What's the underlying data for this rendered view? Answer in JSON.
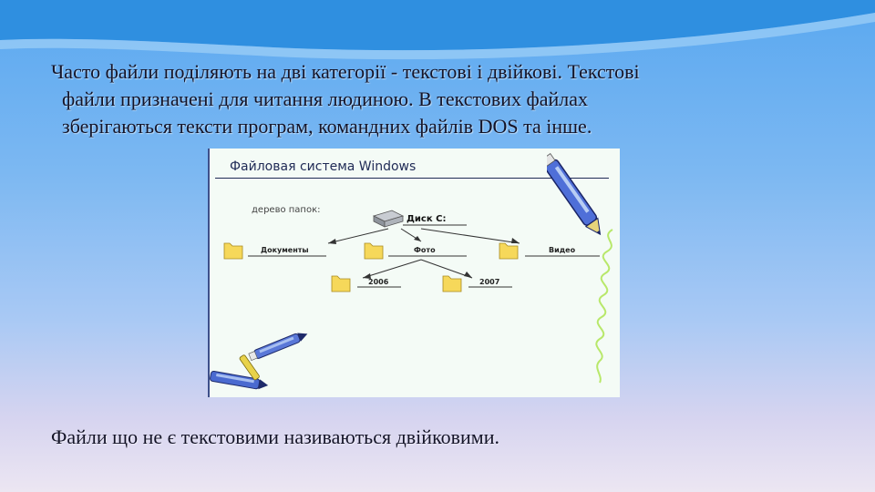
{
  "paragraph": {
    "line1": "Часто файли поділяють на дві категорії - текстові і двійкові. Текстові",
    "line2": "файли призначені для читання людиною. В текстових файлах",
    "line3": "зберігаються тексти програм, командних файлів DOS та інше."
  },
  "paragraph2": "Файли що не є текстовими називаються двійковими.",
  "figure": {
    "title": "Файловая система Windows",
    "tree_label": "дерево папок:",
    "disk": "Диск С:",
    "folders": [
      "Документы",
      "Фото",
      "Видео",
      "2006",
      "2007"
    ]
  },
  "icons": [
    "pen-icon",
    "pencils-icon",
    "folder-icon",
    "drive-icon"
  ]
}
